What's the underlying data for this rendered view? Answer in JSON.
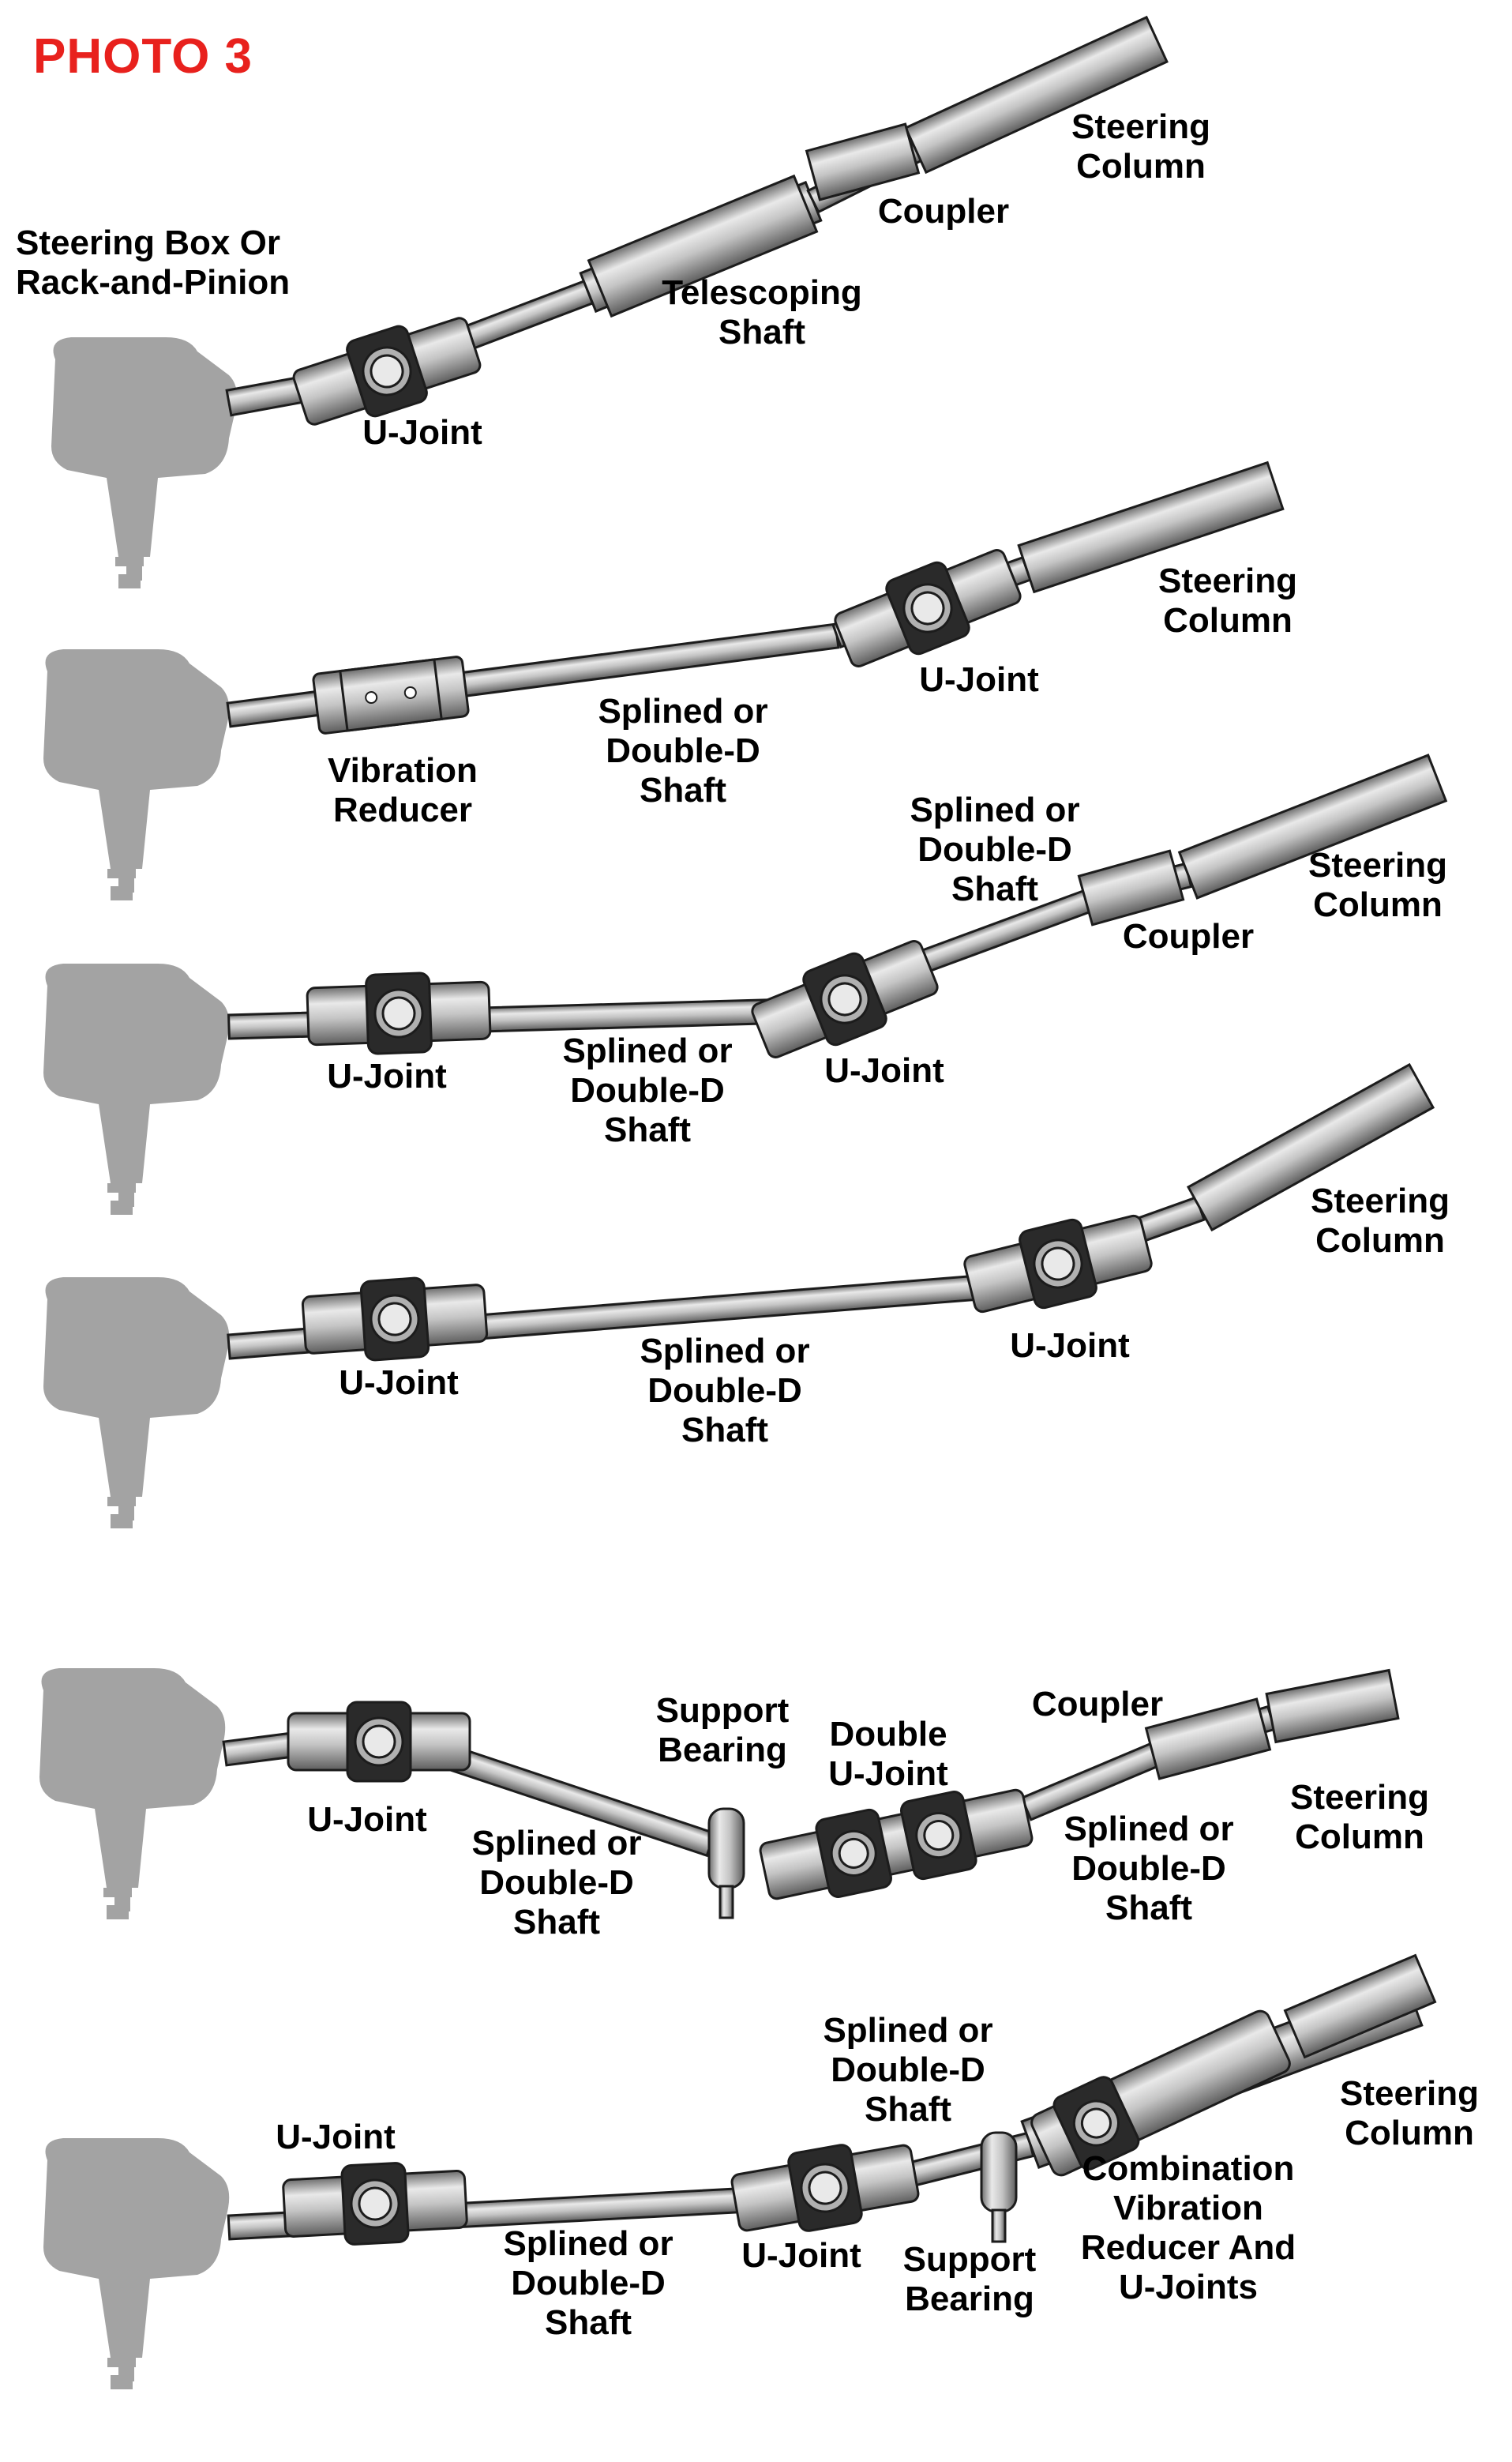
{
  "header": {
    "label": "PHOTO 3",
    "color": "#e8211d"
  },
  "colors": {
    "steel_light": "#e9e9e9",
    "steel_mid": "#b0b0b0",
    "steel_dark": "#6c6c6c",
    "outline": "#1c1c1c",
    "box_gray": "#a3a3a3",
    "text": "#000000"
  },
  "diagrams": [
    {
      "labels": [
        {
          "lines": [
            "Steering Box Or",
            "Rack-and-Pinion"
          ]
        },
        {
          "lines": [
            "U-Joint"
          ]
        },
        {
          "lines": [
            "Telescoping",
            "Shaft"
          ]
        },
        {
          "lines": [
            "Coupler"
          ]
        },
        {
          "lines": [
            "Steering",
            "Column"
          ]
        }
      ]
    },
    {
      "labels": [
        {
          "lines": [
            "Vibration",
            "Reducer"
          ]
        },
        {
          "lines": [
            "Splined or",
            "Double-D",
            "Shaft"
          ]
        },
        {
          "lines": [
            "U-Joint"
          ]
        },
        {
          "lines": [
            "Steering",
            "Column"
          ]
        }
      ]
    },
    {
      "labels": [
        {
          "lines": [
            "U-Joint"
          ]
        },
        {
          "lines": [
            "Splined or",
            "Double-D",
            "Shaft"
          ]
        },
        {
          "lines": [
            "U-Joint"
          ]
        },
        {
          "lines": [
            "Splined or",
            "Double-D",
            "Shaft"
          ]
        },
        {
          "lines": [
            "Coupler"
          ]
        },
        {
          "lines": [
            "Steering",
            "Column"
          ]
        }
      ]
    },
    {
      "labels": [
        {
          "lines": [
            "U-Joint"
          ]
        },
        {
          "lines": [
            "Splined or",
            "Double-D",
            "Shaft"
          ]
        },
        {
          "lines": [
            "U-Joint"
          ]
        },
        {
          "lines": [
            "Steering",
            "Column"
          ]
        }
      ]
    },
    {
      "labels": [
        {
          "lines": [
            "U-Joint"
          ]
        },
        {
          "lines": [
            "Splined or",
            "Double-D",
            "Shaft"
          ]
        },
        {
          "lines": [
            "Support",
            "Bearing"
          ]
        },
        {
          "lines": [
            "Double",
            "U-Joint"
          ]
        },
        {
          "lines": [
            "Coupler"
          ]
        },
        {
          "lines": [
            "Splined or",
            "Double-D",
            "Shaft"
          ]
        },
        {
          "lines": [
            "Steering",
            "Column"
          ]
        }
      ]
    },
    {
      "labels": [
        {
          "lines": [
            "U-Joint"
          ]
        },
        {
          "lines": [
            "Splined or",
            "Double-D",
            "Shaft"
          ]
        },
        {
          "lines": [
            "U-Joint"
          ]
        },
        {
          "lines": [
            "Splined or",
            "Double-D",
            "Shaft"
          ]
        },
        {
          "lines": [
            "Support",
            "Bearing"
          ]
        },
        {
          "lines": [
            "Combination",
            "Vibration",
            "Reducer And",
            "U-Joints"
          ]
        },
        {
          "lines": [
            "Steering",
            "Column"
          ]
        }
      ]
    }
  ]
}
